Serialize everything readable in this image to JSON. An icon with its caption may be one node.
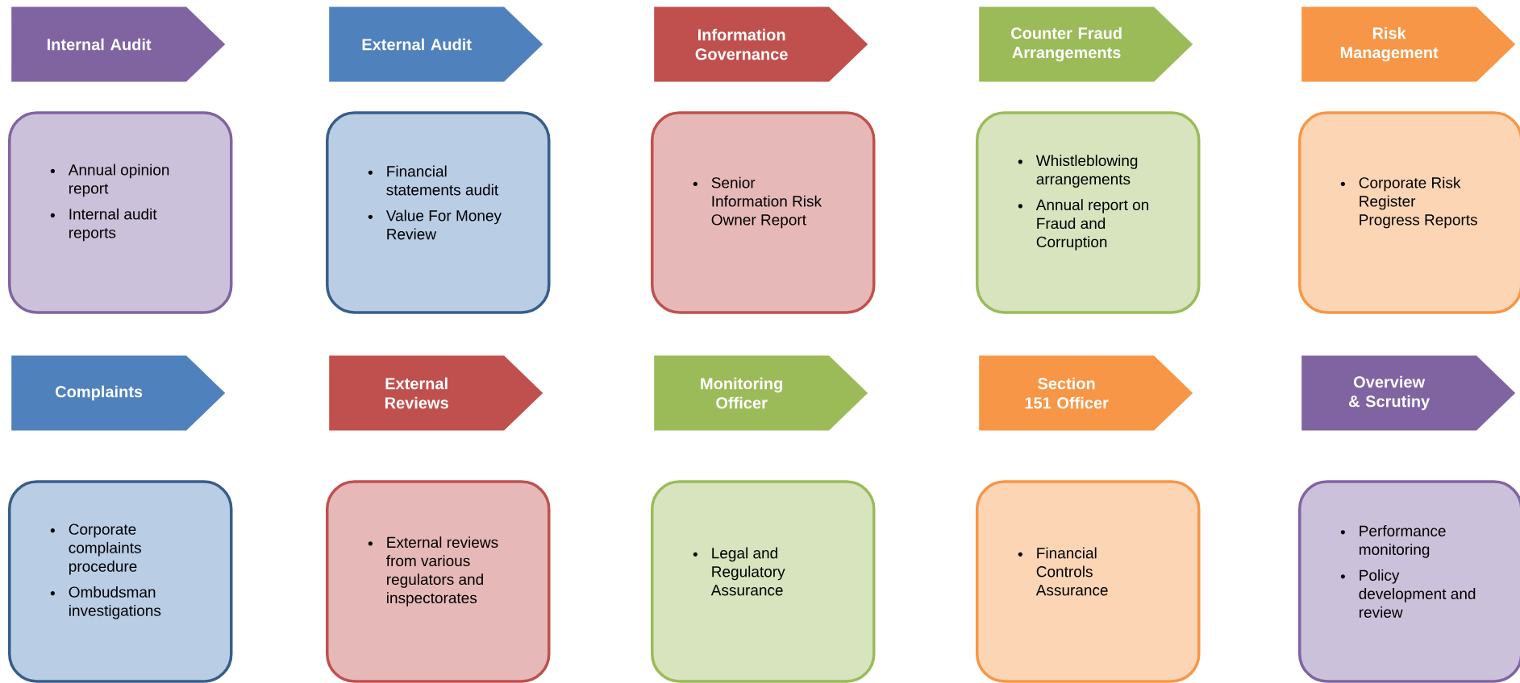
{
  "diagram": {
    "nodes": [
      {
        "text": [
          "Internal Audit"
        ]
      },
      {
        "text": [
          "Annual opinion report",
          "Internal audit reports"
        ]
      },
      {
        "text": [
          "External Audit"
        ]
      },
      {
        "text": [
          "Financial statements audit",
          "Value For Money Review"
        ]
      },
      {
        "text": [
          "Information Governance"
        ]
      },
      {
        "text": [
          "Senior Information Risk Owner Report"
        ]
      },
      {
        "text": [
          "Counter Fraud Arrangements"
        ]
      },
      {
        "text": [
          "Whistleblowing arrangements",
          "Annual report on Fraud and Corruption"
        ]
      },
      {
        "text": [
          "Risk Management"
        ]
      },
      {
        "text": [
          "Corporate Risk Register Progress Reports"
        ]
      },
      {
        "text": [
          "Complaints"
        ]
      },
      {
        "text": [
          "Corporate complaints procedure",
          "Ombudsman investigations"
        ]
      },
      {
        "text": [
          "External Reviews"
        ]
      },
      {
        "text": [
          "External reviews from various regulators and inspectorates"
        ]
      },
      {
        "text": [
          "Monitoring Officer"
        ]
      },
      {
        "text": [
          "Legal and Regulatory Assurance"
        ]
      },
      {
        "text": [
          "Section 151 Officer"
        ]
      },
      {
        "text": [
          "Financial Controls Assurance"
        ]
      },
      {
        "text": [
          "Overview & Scrutiny"
        ]
      },
      {
        "text": [
          "Performance monitoring",
          "Policy development and review"
        ]
      }
    ]
  }
}
